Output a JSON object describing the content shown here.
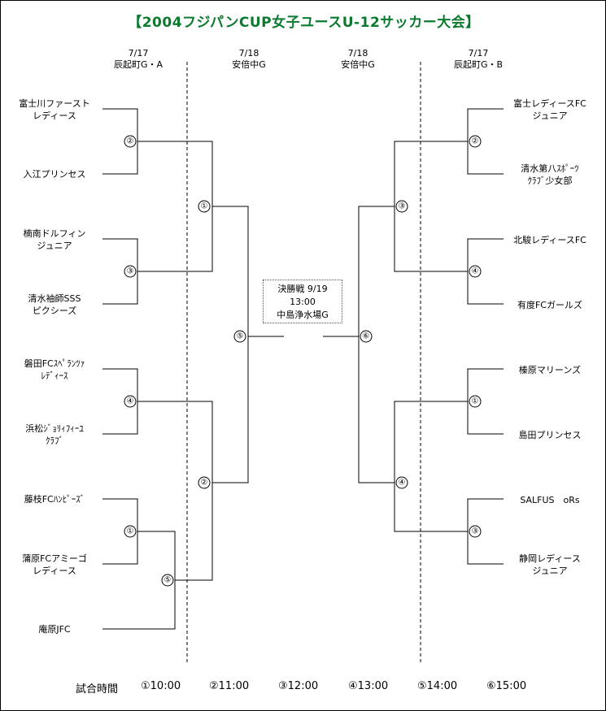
{
  "title": "【2004フジパンCUP女子ユースU-12サッカー大会】",
  "headers": [
    {
      "date": "7/17",
      "venue": "辰起町G・A"
    },
    {
      "date": "7/18",
      "venue": "安倍中G"
    },
    {
      "date": "7/18",
      "venue": "安倍中G"
    },
    {
      "date": "7/17",
      "venue": "辰起町G・B"
    }
  ],
  "left_teams": [
    {
      "l1": "富士川ファースト",
      "l2": "レディース"
    },
    {
      "l1": "入江プリンセス",
      "l2": ""
    },
    {
      "l1": "楠南ドルフィン",
      "l2": "ジュニア"
    },
    {
      "l1": "清水袖師SSS",
      "l2": "ピクシーズ"
    },
    {
      "l1": "磐田FCｽﾍﾟﾗﾝﾂｧ",
      "l2": "ﾚﾃﾞｨｰｽ"
    },
    {
      "l1": "浜松ｼﾞｮﾘｨﾌｨｰﾕ",
      "l2": "ｸﾗﾌﾞ"
    },
    {
      "l1": "藤枝FCﾊﾝﾋﾟｰｽﾞ",
      "l2": ""
    },
    {
      "l1": "蒲原FCアミーゴ",
      "l2": "レディース"
    },
    {
      "l1": "庵原JFC",
      "l2": ""
    }
  ],
  "right_teams": [
    {
      "l1": "富士レディースFC",
      "l2": "ジュニア"
    },
    {
      "l1": "清水第八ｽﾎﾟｰﾂ",
      "l2": "ｸﾗﾌﾞ少女部"
    },
    {
      "l1": "北駿レディースFC",
      "l2": ""
    },
    {
      "l1": "有度FCガールズ",
      "l2": ""
    },
    {
      "l1": "榛原マリーンズ",
      "l2": ""
    },
    {
      "l1": "島田プリンセス",
      "l2": ""
    },
    {
      "l1": "SALFUS　oRs",
      "l2": ""
    },
    {
      "l1": "静岡レディース",
      "l2": "ジュニア"
    }
  ],
  "match_labels": {
    "l_r1a": "②",
    "l_r1b": "③",
    "l_r1c": "④",
    "l_r1d": "①",
    "l_r1e": "⑤",
    "l_r2a": "①",
    "l_r2b": "②",
    "l_semi": "⑤",
    "r_r1a": "②",
    "r_r1b": "④",
    "r_r1c": "①",
    "r_r1d": "③",
    "r_r2a": "③",
    "r_r2b": "④",
    "r_semi": "⑥"
  },
  "final": {
    "line1": "決勝戦  9/19",
    "line2": "13:00",
    "line3": "中島浄水場G"
  },
  "schedule": {
    "label": "試合時間",
    "slots": [
      "①10:00",
      "②11:00",
      "③12:00",
      "④13:00",
      "⑤14:00",
      "⑥15:00"
    ]
  }
}
